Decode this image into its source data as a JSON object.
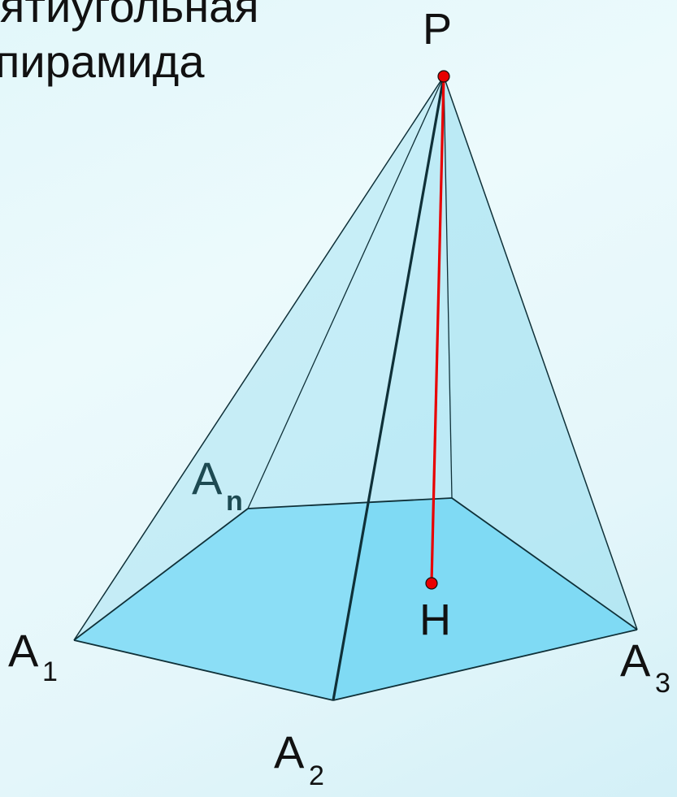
{
  "title": {
    "line1": "ятиугольная",
    "line2": "пирамида"
  },
  "colors": {
    "background": "#e6f7fb",
    "base_face": "#66d8fa",
    "side_face": "#a8e4f4",
    "edge": "#0f3038",
    "height_line": "#e80000",
    "point_fill": "#e80000",
    "label_teal": "#1d4a52"
  },
  "labels": {
    "apex": "P",
    "foot": "H",
    "a1": {
      "letter": "A",
      "sub": "1"
    },
    "a2": {
      "letter": "A",
      "sub": "2"
    },
    "a3": {
      "letter": "A",
      "sub": "3"
    },
    "an": {
      "letter": "A",
      "sub": "n"
    }
  }
}
